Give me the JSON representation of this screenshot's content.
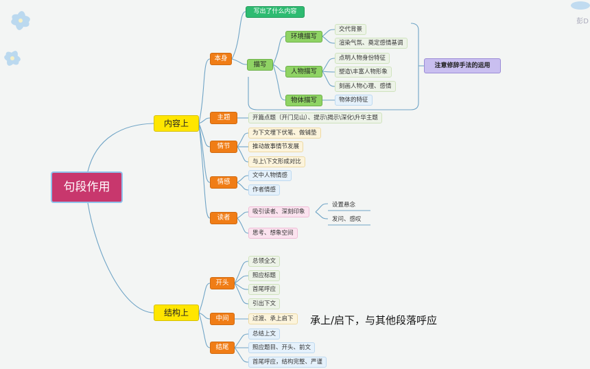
{
  "root": "句段作用",
  "content": {
    "label": "内容上",
    "itself": {
      "label": "本身",
      "what": "写出了什么内容",
      "depict": "描写",
      "env": {
        "label": "环境描写",
        "items": [
          "交代背景",
          "渲染气氛、奠定感情基调"
        ]
      },
      "person": {
        "label": "人物描写",
        "items": [
          "点明人物身份特征",
          "塑造\\丰富人物形象",
          "刻画人物心理、感情"
        ]
      },
      "object": {
        "label": "物体描写",
        "items": [
          "物体的特征"
        ]
      },
      "rhetoric": "注意修辞手法的运用"
    },
    "theme": {
      "label": "主题",
      "items": [
        "开篇点题（开门见山）、提示\\揭示\\深化\\升华主题"
      ]
    },
    "plot": {
      "label": "情节",
      "items": [
        "为下文埋下伏笔、做铺垫",
        "推动故事情节发展",
        "与上\\下文形成对比"
      ]
    },
    "emotion": {
      "label": "情感",
      "items": [
        "文中人物情感",
        "作者情感"
      ]
    },
    "reader": {
      "label": "读者",
      "items": [
        "吸引读者、深刻印象",
        "思考、想象空间"
      ],
      "sub": [
        "设置悬念",
        "发问、感叹"
      ]
    }
  },
  "structure": {
    "label": "结构上",
    "begin": {
      "label": "开头",
      "items": [
        "总领全文",
        "照应标题",
        "首尾呼应",
        "引出下文"
      ]
    },
    "middle": {
      "label": "中间",
      "items": [
        "过渡、承上启下"
      ]
    },
    "end": {
      "label": "结尾",
      "items": [
        "总结上文",
        "照应题目、开头、前文",
        "首尾呼应，结构完整、严谨"
      ]
    }
  },
  "annotation": "承上/启下，与其他段落呼应",
  "corner_text": "彭D",
  "colors": {
    "root": "#c8376d",
    "level1": "#ffe600",
    "level2": "#f07d16",
    "purple": "#c9bff0",
    "lines": "#6fa4c6"
  }
}
